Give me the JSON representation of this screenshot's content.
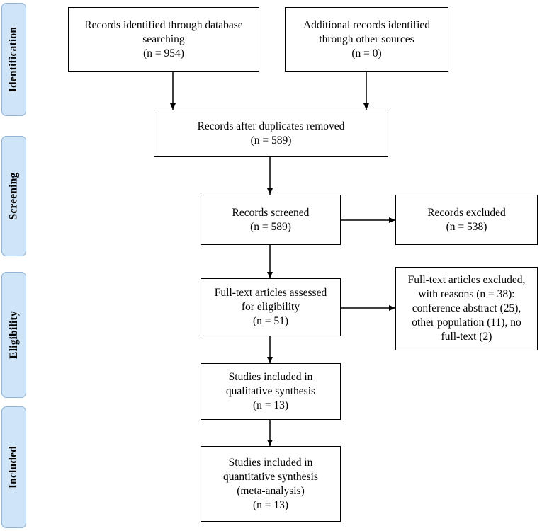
{
  "stages": {
    "identification": "Identification",
    "screening": "Screening",
    "eligibility": "Eligibility",
    "included": "Included"
  },
  "boxes": {
    "database_records": {
      "line1": "Records identified through database",
      "line2": "searching",
      "count": "(n = 954)"
    },
    "other_records": {
      "line1": "Additional records identified",
      "line2": "through other sources",
      "count": "(n = 0)"
    },
    "after_duplicates": {
      "line1": "Records after duplicates removed",
      "count": "(n = 589)"
    },
    "screened": {
      "line1": "Records screened",
      "count": "(n = 589)"
    },
    "excluded": {
      "line1": "Records excluded",
      "count": "(n = 538)"
    },
    "full_text_assessed": {
      "line1": "Full-text articles assessed",
      "line2": "for eligibility",
      "count": "(n = 51)"
    },
    "full_text_excluded": {
      "line1": "Full-text articles excluded,",
      "line2": "with reasons (n = 38):",
      "line3": "conference abstract (25),",
      "line4": "other population (11), no",
      "line5": "full-text (2)"
    },
    "qualitative": {
      "line1": "Studies included in",
      "line2": "qualitative synthesis",
      "count": "(n = 13)"
    },
    "quantitative": {
      "line1": "Studies included in",
      "line2": "quantitative synthesis",
      "line3": "(meta-analysis)",
      "count": "(n = 13)"
    }
  }
}
